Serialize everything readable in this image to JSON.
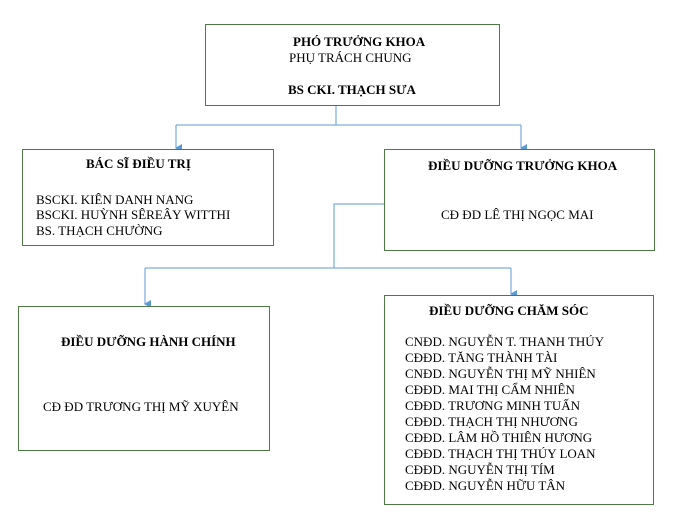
{
  "root": {
    "title": "PHÓ TRƯỞNG KHOA",
    "subtitle": "PHỤ TRÁCH CHUNG",
    "name": "BS CKI. THẠCH SƯA"
  },
  "doctors": {
    "title": "BÁC SĨ ĐIỀU TRỊ",
    "members": [
      "BSCKI. KIÊN DANH NANG",
      "BSCKI. HUỲNH SÊREÂY WITTHI",
      "BS. THẠCH CHƯỜNG"
    ]
  },
  "head_nurse": {
    "title": "ĐIỀU DƯỠNG TRƯỞNG KHOA",
    "name": "CĐ ĐD LÊ THỊ NGỌC MAI"
  },
  "admin_nurse": {
    "title": "ĐIỀU DƯỠNG HÀNH CHÍNH",
    "name": "CĐ ĐD TRƯƠNG THỊ MỸ XUYÊN"
  },
  "care_nurse": {
    "title": "ĐIỀU DƯỠNG CHĂM SÓC",
    "members": [
      "CNĐD. NGUYỄN T. THANH THÚY",
      "CĐĐD. TĂNG THÀNH TÀI",
      "CNĐD. NGUYỄN THỊ MỸ NHIÊN",
      "CĐĐD. MAI THỊ CẨM NHIÊN",
      "CĐĐD. TRƯƠNG MINH TUẤN",
      "CĐĐD. THẠCH THỊ NHƯƠNG",
      "CĐĐD. LÂM HỒ THIÊN HƯƠNG",
      "CĐĐD. THẠCH THỊ THÚY LOAN",
      "CĐĐD. NGUYỄN THỊ TÍM",
      "CĐĐD. NGUYỄN HỮU TÂN"
    ]
  },
  "colors": {
    "connector": "#5b9bd5",
    "box_border": "#4f7a45"
  }
}
